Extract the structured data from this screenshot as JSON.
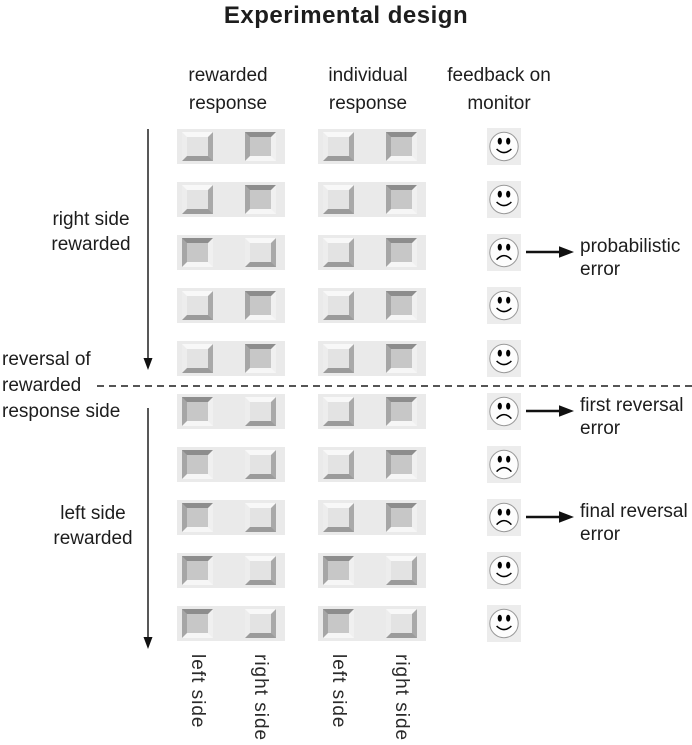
{
  "title": "Experimental design",
  "columns": {
    "rewarded": "rewarded\nresponse",
    "individual": "individual\nresponse",
    "feedback": "feedback on\nmonitor"
  },
  "phases": {
    "right_rewarded": "right side\nrewarded",
    "reversal": "reversal of\nrewarded\nresponse side",
    "left_rewarded": "left side\nrewarded"
  },
  "bottom_labels": [
    "left side",
    "right side",
    "left side",
    "right side"
  ],
  "rows": [
    {
      "rewarded": "right",
      "individual": "right",
      "feedback": "happy",
      "annotation": ""
    },
    {
      "rewarded": "right",
      "individual": "right",
      "feedback": "happy",
      "annotation": ""
    },
    {
      "rewarded": "left",
      "individual": "right",
      "feedback": "sad",
      "annotation": "probabilistic\nerror"
    },
    {
      "rewarded": "right",
      "individual": "right",
      "feedback": "happy",
      "annotation": ""
    },
    {
      "rewarded": "right",
      "individual": "right",
      "feedback": "happy",
      "annotation": ""
    },
    {
      "rewarded": "left",
      "individual": "right",
      "feedback": "sad",
      "annotation": "first reversal\nerror"
    },
    {
      "rewarded": "left",
      "individual": "right",
      "feedback": "sad",
      "annotation": ""
    },
    {
      "rewarded": "left",
      "individual": "right",
      "feedback": "sad",
      "annotation": "final reversal\nerror"
    },
    {
      "rewarded": "left",
      "individual": "left",
      "feedback": "happy",
      "annotation": ""
    },
    {
      "rewarded": "left",
      "individual": "left",
      "feedback": "happy",
      "annotation": ""
    }
  ],
  "reversal_after_row": 5,
  "colors": {
    "panel_bg": "#eaeaea",
    "sq_off": "#e3e3e3",
    "sq_on": "#c7c7c7",
    "smiley_bg": "#ececec",
    "face_fill": "#fdfdfd",
    "face_stroke": "#999999",
    "ink": "#1d1d1d",
    "arrow": "#111111",
    "dash": "#555555"
  }
}
